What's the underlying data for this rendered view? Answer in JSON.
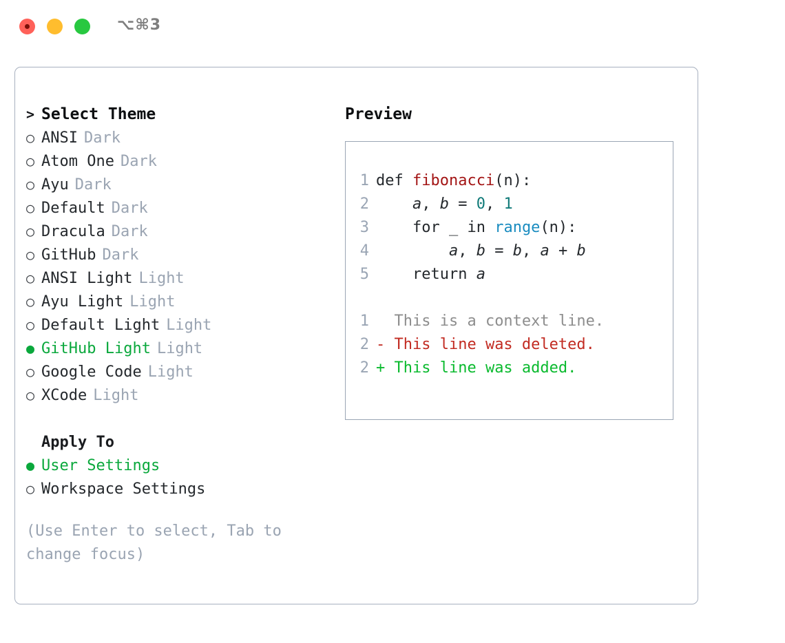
{
  "titlebar": {
    "shortcut": "⌥⌘3",
    "buttons": [
      "close",
      "minimize",
      "zoom"
    ]
  },
  "theme_picker": {
    "header": {
      "caret": ">",
      "title": "Select Theme"
    },
    "marker_empty": "○",
    "marker_filled": "●",
    "items": [
      {
        "name": "ANSI",
        "variant": "Dark",
        "selected": false
      },
      {
        "name": "Atom One",
        "variant": "Dark",
        "selected": false
      },
      {
        "name": "Ayu",
        "variant": "Dark",
        "selected": false
      },
      {
        "name": "Default",
        "variant": "Dark",
        "selected": false
      },
      {
        "name": "Dracula",
        "variant": "Dark",
        "selected": false
      },
      {
        "name": "GitHub",
        "variant": "Dark",
        "selected": false
      },
      {
        "name": "ANSI Light",
        "variant": "Light",
        "selected": false
      },
      {
        "name": "Ayu Light",
        "variant": "Light",
        "selected": false
      },
      {
        "name": "Default Light",
        "variant": "Light",
        "selected": false
      },
      {
        "name": "GitHub Light",
        "variant": "Light",
        "selected": true
      },
      {
        "name": "Google Code",
        "variant": "Light",
        "selected": false
      },
      {
        "name": "XCode",
        "variant": "Light",
        "selected": false
      }
    ]
  },
  "apply_to": {
    "title": "Apply To",
    "options": [
      {
        "label": "User Settings",
        "selected": true
      },
      {
        "label": "Workspace Settings",
        "selected": false
      }
    ]
  },
  "hint": "(Use Enter to select, Tab to change focus)",
  "preview": {
    "title": "Preview",
    "code_lines": [
      {
        "lineno": "1",
        "tokens": [
          {
            "text": "def ",
            "style": "kw"
          },
          {
            "text": "fibonacci",
            "style": "fn"
          },
          {
            "text": "(n):",
            "style": "punct"
          }
        ]
      },
      {
        "lineno": "2",
        "tokens": [
          {
            "text": "    ",
            "style": "plain"
          },
          {
            "text": "a",
            "style": "var"
          },
          {
            "text": ", ",
            "style": "punct"
          },
          {
            "text": "b",
            "style": "var"
          },
          {
            "text": " = ",
            "style": "punct"
          },
          {
            "text": "0",
            "style": "num"
          },
          {
            "text": ", ",
            "style": "punct"
          },
          {
            "text": "1",
            "style": "num"
          }
        ]
      },
      {
        "lineno": "3",
        "tokens": [
          {
            "text": "    for ",
            "style": "kw"
          },
          {
            "text": "_",
            "style": "var"
          },
          {
            "text": " in ",
            "style": "kw"
          },
          {
            "text": "range",
            "style": "builtin"
          },
          {
            "text": "(n):",
            "style": "punct"
          }
        ]
      },
      {
        "lineno": "4",
        "tokens": [
          {
            "text": "        ",
            "style": "plain"
          },
          {
            "text": "a",
            "style": "var"
          },
          {
            "text": ", ",
            "style": "punct"
          },
          {
            "text": "b",
            "style": "var"
          },
          {
            "text": " = ",
            "style": "punct"
          },
          {
            "text": "b",
            "style": "var"
          },
          {
            "text": ", ",
            "style": "punct"
          },
          {
            "text": "a",
            "style": "var"
          },
          {
            "text": " + ",
            "style": "punct"
          },
          {
            "text": "b",
            "style": "var"
          }
        ]
      },
      {
        "lineno": "5",
        "tokens": [
          {
            "text": "    return ",
            "style": "kw"
          },
          {
            "text": "a",
            "style": "var"
          }
        ]
      }
    ],
    "diff_lines": [
      {
        "lineno": "1",
        "sign": " ",
        "text": " This is a context line.",
        "kind": "context"
      },
      {
        "lineno": "2",
        "sign": "-",
        "text": " This line was deleted.",
        "kind": "del"
      },
      {
        "lineno": "2",
        "sign": "+",
        "text": " This line was added.",
        "kind": "add"
      }
    ]
  },
  "colors": {
    "accent_green": "#0aa83c",
    "diff_add": "#0aba2e",
    "diff_del": "#c22b22",
    "muted": "#9aa4b2",
    "border": "#a7b0bf",
    "fn_red": "#a31515",
    "num_teal": "#107a78",
    "builtin_blue": "#1a8cc0"
  }
}
